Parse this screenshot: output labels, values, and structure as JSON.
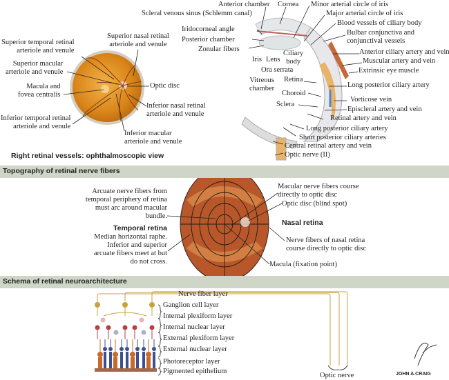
{
  "fundus": {
    "caption": "Right retinal vessels: ophthalmoscopic view",
    "labels": {
      "sup_temporal": [
        "Superior temporal retinal",
        "arteriole and venule"
      ],
      "sup_nasal": [
        "Superior nasal retinal",
        "arteriole and venule"
      ],
      "sup_macular": [
        "Superior macular",
        "arteriole and venule"
      ],
      "macula": [
        "Macula and",
        "fovea centralis"
      ],
      "optic_disc": "Optic disc",
      "inf_nasal": [
        "Inferior nasal retinal",
        "arteriole and venule"
      ],
      "inf_temporal": [
        "Inferior temporal retinal",
        "arteriole and venule"
      ],
      "inf_macular": [
        "Inferior macular",
        "arteriole and venule"
      ]
    }
  },
  "eye_section": {
    "labels": {
      "anterior_chamber": "Anterior chamber",
      "cornea": "Cornea",
      "minor_circle": "Minor arterial circle of iris",
      "scleral_sinus": "Scleral venous sinus (Schlemm canal)",
      "major_circle": "Major arterial circle of iris",
      "iridocorneal": "Iridocorneal angle",
      "blood_ciliary": "Blood vessels of ciliary body",
      "posterior_chamber": "Posterior chamber",
      "bulbar": [
        "Bulbar conjunctiva and",
        "conjunctival vessels"
      ],
      "zonular": "Zonular fibers",
      "anterior_ciliary": "Anterior ciliary artery and vein",
      "iris": "Iris",
      "lens": "Lens",
      "ciliary_body": [
        "Ciliary",
        "body"
      ],
      "muscular": "Muscular artery and vein",
      "ora_serrata": "Ora serrata",
      "extrinsic": "Extrinsic eye muscle",
      "retina": "Retina",
      "vitreous": [
        "Vitreous",
        "chamber"
      ],
      "long_post_ciliary_1": "Long posterior ciliary artery",
      "choroid": "Choroid",
      "vorticose": "Vorticose vein",
      "sclera": "Sclera",
      "episcleral": "Episcleral artery and vein",
      "retinal_av": "Retinal artery and vein",
      "long_post_ciliary_2": "Long posterior ciliary artery",
      "short_post_ciliary": "Short posterior ciliary arteries",
      "central_retinal": "Central retinal artery and vein",
      "optic_nerve": "Optic nerve (II)"
    }
  },
  "topography": {
    "header": "Topography of retinal nerve fibers",
    "arcuate": [
      "Arcuate nerve fibers from",
      "temporal periphery  of retina",
      "must arc around macular",
      "bundle."
    ],
    "temporal_title": "Temporal retina",
    "temporal_text": [
      "Median horizontal raphe.",
      "Inferior and superior",
      "arcuate fibers meet at but",
      "do not cross."
    ],
    "macular_fibers": [
      "Macular nerve fibers course",
      "directly to optic disc"
    ],
    "optic_disc": "Optic disc (blind spot)",
    "nasal_title": "Nasal retina",
    "nasal_fibers": [
      "Nerve fibers of nasal retina",
      "course directly to optic disc"
    ],
    "macula": "Macula (fixation point)"
  },
  "schema": {
    "header": "Schema of retinal neuroarchitecture",
    "layers": [
      "Nerve fiber layer",
      "Ganglion cell layer",
      "Internal plexiform layer",
      "Internal nuclear layer",
      "External plexiform layer",
      "External nuclear layer",
      "Photoreceptor layer",
      "Pigmented epithelium"
    ],
    "optic_nerve": "Optic nerve",
    "signature": "JOHN A.CRAIG"
  },
  "colors": {
    "band": "#cfd6c8",
    "fundus": "#d9861c",
    "topo": "#b8582a",
    "ganglion": "#c9a23a",
    "bipolar": "#b6423f",
    "rod": "#3d4f8f",
    "cone": "#c96a2b",
    "epithelium": "#a06a4a"
  }
}
